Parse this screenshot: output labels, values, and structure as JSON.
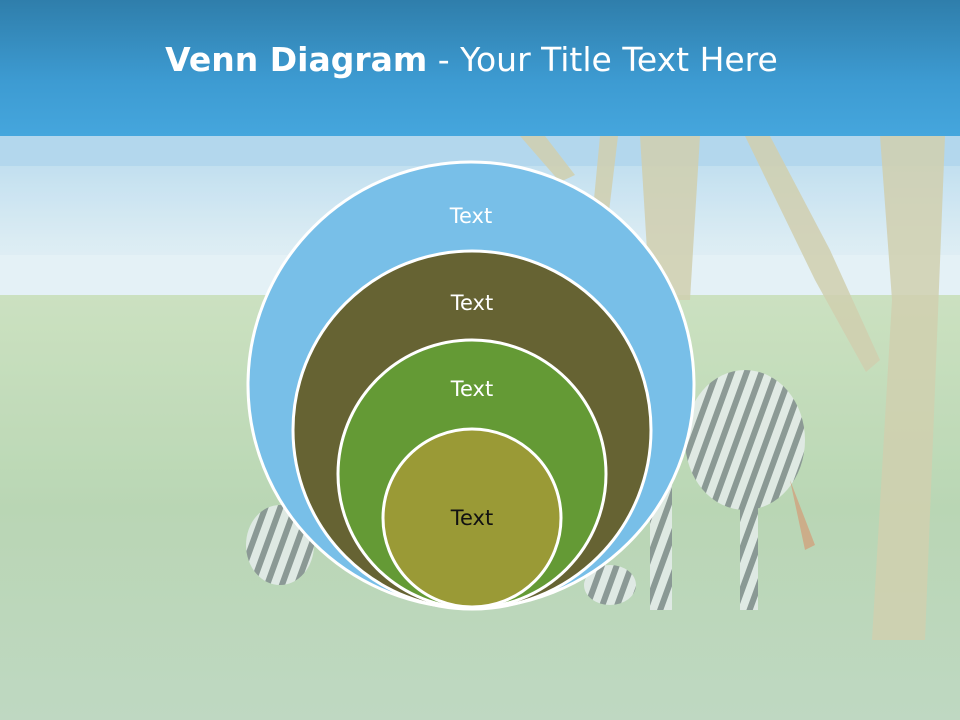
{
  "slide": {
    "title_bold": "Venn Diagram",
    "title_rest": " - Your Title Text Here"
  },
  "diagram": {
    "circles": [
      {
        "label": "Text",
        "fill": "#78bfe8",
        "text_color": "#ffffff"
      },
      {
        "label": "Text",
        "fill": "#666333",
        "text_color": "#ffffff"
      },
      {
        "label": "Text",
        "fill": "#649a35",
        "text_color": "#ffffff"
      },
      {
        "label": "Text",
        "fill": "#9a9a36",
        "text_color": "#111111"
      }
    ],
    "outline_color": "#ffffff"
  },
  "background": {
    "scene": "savanna-with-zebras-and-trees",
    "header_color": "#3d9bd2"
  }
}
